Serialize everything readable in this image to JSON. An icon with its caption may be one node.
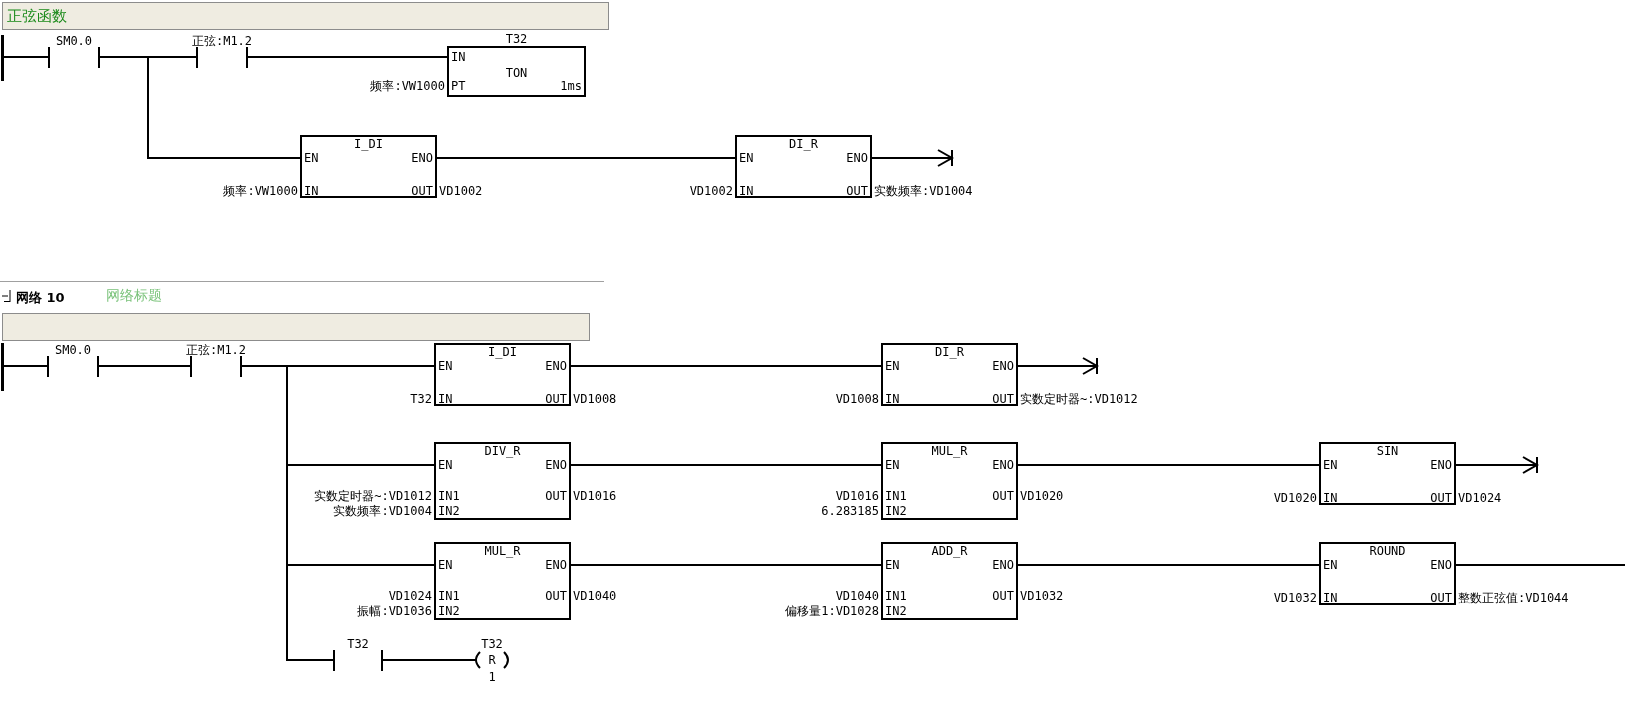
{
  "diagram": {
    "nodes": [
      {
        "text": [
          "正弦函数"
        ]
      },
      {
        "text": [],
        "shape": "bar"
      },
      {
        "text": [
          "SM0.0"
        ]
      },
      {
        "text": [
          "正弦:M1.2"
        ]
      },
      {
        "text": [
          "T32",
          "IN",
          "TON",
          "PT",
          "1ms"
        ],
        "beside": [
          "频率:VW1000"
        ]
      },
      {
        "text": [
          "I_DI",
          "EN",
          "ENO",
          "IN",
          "OUT"
        ],
        "beside": [
          "频率:VW1000",
          "VD1002"
        ]
      },
      {
        "text": [
          "DI_R",
          "EN",
          "ENO",
          "IN",
          "OUT"
        ],
        "beside": [
          "VD1002",
          "实数频率:VD1004"
        ]
      },
      {
        "text": [],
        "shape": "bar"
      },
      {
        "text": [],
        "shape": "bar"
      },
      {
        "text": [
          "SM0.0"
        ]
      },
      {
        "text": [
          "正弦:M1.2"
        ]
      },
      {
        "text": [
          "I_DI",
          "EN",
          "ENO",
          "IN",
          "OUT"
        ],
        "beside": [
          "T32",
          "VD1008"
        ]
      },
      {
        "text": [
          "DI_R",
          "EN",
          "ENO",
          "IN",
          "OUT"
        ],
        "beside": [
          "VD1008",
          "实数定时器~:VD1012"
        ]
      },
      {
        "text": [
          "DIV_R",
          "EN",
          "ENO",
          "IN1",
          "IN2",
          "OUT"
        ],
        "beside": [
          "实数定时器~:VD1012",
          "实数频率:VD1004",
          "VD1016"
        ]
      },
      {
        "text": [
          "MUL_R",
          "EN",
          "ENO",
          "IN1",
          "IN2",
          "OUT"
        ],
        "beside": [
          "VD1016",
          "6.283185",
          "VD1020"
        ]
      },
      {
        "text": [
          "SIN",
          "EN",
          "ENO",
          "IN",
          "OUT"
        ],
        "beside": [
          "VD1020",
          "VD1024"
        ]
      },
      {
        "text": [
          "MUL_R",
          "EN",
          "ENO",
          "IN1",
          "IN2",
          "OUT"
        ],
        "beside": [
          "VD1024",
          "振幅:VD1036",
          "VD1040"
        ]
      },
      {
        "text": [
          "ADD_R",
          "EN",
          "ENO",
          "IN1",
          "IN2",
          "OUT"
        ],
        "beside": [
          "VD1040",
          "偏移量1:VD1028",
          "VD1032"
        ]
      },
      {
        "text": [
          "ROUND",
          "EN",
          "ENO",
          "IN",
          "OUT"
        ],
        "beside": [
          "VD1032",
          "整数正弦值:VD1044"
        ]
      },
      {
        "text": [
          "T32"
        ]
      },
      {
        "text": [
          "T32",
          "R",
          "1"
        ]
      }
    ],
    "edges": [
      {
        "from": 1,
        "to": 2,
        "arrow": "none"
      },
      {
        "from": 2,
        "to": 3,
        "arrow": "none"
      },
      {
        "from": 3,
        "to": 4,
        "arrow": "none"
      },
      {
        "from": 2,
        "to": 5,
        "arrow": "none"
      },
      {
        "from": 5,
        "to": 6,
        "arrow": "none"
      },
      {
        "from": 6,
        "to": null,
        "arrow": "to"
      },
      {
        "from": 8,
        "to": 9,
        "arrow": "none"
      },
      {
        "from": 9,
        "to": 10,
        "arrow": "none"
      },
      {
        "from": 10,
        "to": 11,
        "arrow": "none"
      },
      {
        "from": 10,
        "to": 13,
        "arrow": "none"
      },
      {
        "from": 10,
        "to": 16,
        "arrow": "none"
      },
      {
        "from": 10,
        "to": 19,
        "arrow": "none"
      },
      {
        "from": 11,
        "to": 12,
        "arrow": "none"
      },
      {
        "from": 12,
        "to": null,
        "arrow": "to"
      },
      {
        "from": 13,
        "to": 14,
        "arrow": "none"
      },
      {
        "from": 14,
        "to": 15,
        "arrow": "none"
      },
      {
        "from": 15,
        "to": null,
        "arrow": "to"
      },
      {
        "from": 16,
        "to": 17,
        "arrow": "none"
      },
      {
        "from": 17,
        "to": 18,
        "arrow": "none"
      },
      {
        "from": 18,
        "to": null,
        "arrow": "none"
      },
      {
        "from": 19,
        "to": 20,
        "arrow": "none"
      }
    ],
    "labels": [
      "网络 10",
      "网络标题"
    ]
  }
}
